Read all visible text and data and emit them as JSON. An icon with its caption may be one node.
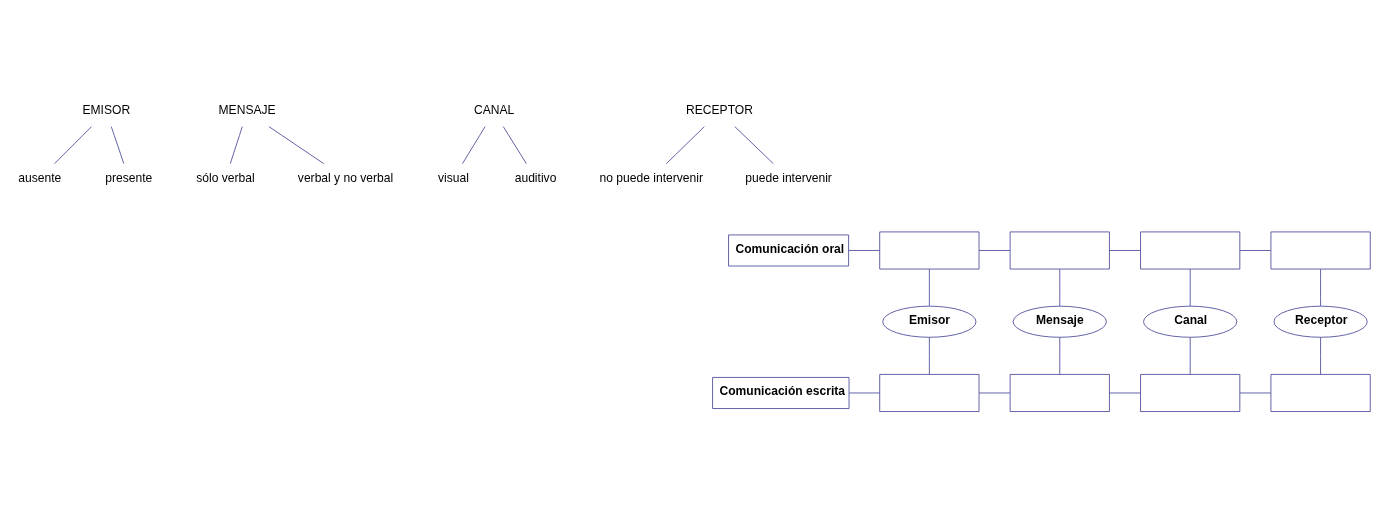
{
  "diagram": {
    "nodes": [
      {
        "text": [
          "EMISOR"
        ]
      },
      {
        "text": [
          "ausente"
        ]
      },
      {
        "text": [
          "presente"
        ]
      },
      {
        "text": [
          "MENSAJE"
        ]
      },
      {
        "text": [
          "sólo verbal"
        ]
      },
      {
        "text": [
          "verbal y no verbal"
        ]
      },
      {
        "text": [
          "CANAL"
        ]
      },
      {
        "text": [
          "visual"
        ]
      },
      {
        "text": [
          "auditivo"
        ]
      },
      {
        "text": [
          "RECEPTOR"
        ]
      },
      {
        "text": [
          "no puede intervenir"
        ]
      },
      {
        "text": [
          "puede intervenir"
        ]
      },
      {
        "text": [
          "Comunicación oral"
        ]
      },
      {
        "text": [],
        "shape": "box"
      },
      {
        "text": [],
        "shape": "box"
      },
      {
        "text": [],
        "shape": "box"
      },
      {
        "text": [],
        "shape": "box"
      },
      {
        "text": [
          "Emisor"
        ]
      },
      {
        "text": [
          "Mensaje"
        ]
      },
      {
        "text": [
          "Canal"
        ]
      },
      {
        "text": [
          "Receptor"
        ]
      },
      {
        "text": [
          "Comunicación escrita"
        ]
      },
      {
        "text": [],
        "shape": "box"
      },
      {
        "text": [],
        "shape": "box"
      },
      {
        "text": [],
        "shape": "box"
      },
      {
        "text": [],
        "shape": "box"
      }
    ],
    "edges": [
      {
        "from": 0,
        "to": 1,
        "arrow": "none"
      },
      {
        "from": 0,
        "to": 2,
        "arrow": "none"
      },
      {
        "from": 3,
        "to": 4,
        "arrow": "none"
      },
      {
        "from": 3,
        "to": 5,
        "arrow": "none"
      },
      {
        "from": 6,
        "to": 7,
        "arrow": "none"
      },
      {
        "from": 6,
        "to": 8,
        "arrow": "none"
      },
      {
        "from": 9,
        "to": 10,
        "arrow": "none"
      },
      {
        "from": 9,
        "to": 11,
        "arrow": "none"
      },
      {
        "from": 12,
        "to": 13,
        "arrow": "none"
      },
      {
        "from": 13,
        "to": 14,
        "arrow": "none"
      },
      {
        "from": 14,
        "to": 15,
        "arrow": "none"
      },
      {
        "from": 15,
        "to": 16,
        "arrow": "none"
      },
      {
        "from": 13,
        "to": 17,
        "arrow": "none"
      },
      {
        "from": 14,
        "to": 18,
        "arrow": "none"
      },
      {
        "from": 15,
        "to": 19,
        "arrow": "none"
      },
      {
        "from": 16,
        "to": 20,
        "arrow": "none"
      },
      {
        "from": 17,
        "to": 22,
        "arrow": "none"
      },
      {
        "from": 18,
        "to": 23,
        "arrow": "none"
      },
      {
        "from": 19,
        "to": 24,
        "arrow": "none"
      },
      {
        "from": 20,
        "to": 25,
        "arrow": "none"
      },
      {
        "from": 21,
        "to": 22,
        "arrow": "none"
      },
      {
        "from": 22,
        "to": 23,
        "arrow": "none"
      },
      {
        "from": 23,
        "to": 24,
        "arrow": "none"
      },
      {
        "from": 24,
        "to": 25,
        "arrow": "none"
      }
    ]
  }
}
